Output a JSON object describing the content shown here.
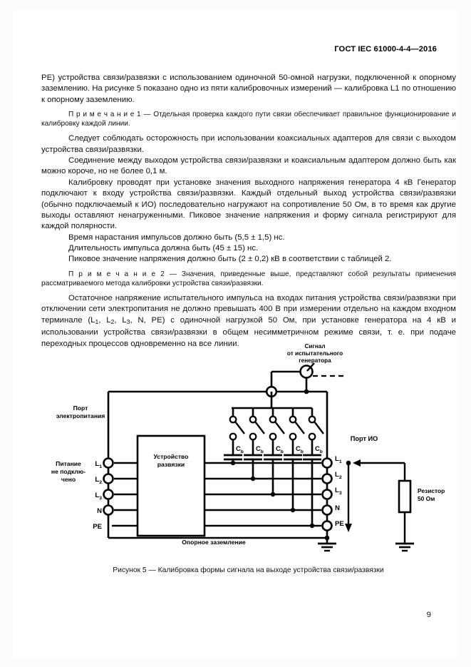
{
  "header": {
    "standard_id": "ГОСТ IEC 61000-4-4—2016"
  },
  "body": {
    "p1": "PE) устройства связи/развязки с использованием одиночной 50-омной нагрузки, подключенной к опорному заземлению. На рисунке 5 показано одно из пяти калибровочных измерений — калибровка L1 по отношению к опорному заземлению.",
    "note1_label": "П р и м е ч а н и е  1",
    "note1_text": " — Отдельная проверка каждого пути связи обеспечивает правильное функционирование и калибровку каждой линии.",
    "p2": "Следует соблюдать осторожность при использовании коаксиальных адаптеров для связи с выходом устройства связи/развязки.",
    "p3": "Соединение между выходом устройства связи/развязки и коаксиальным адаптером должно быть как можно короче, но не более 0,1 м.",
    "p4": "Калибровку проводят при установке значения выходного напряжения генератора 4 кВ Генератор подключают к входу устройства связи/развязки. Каждый отдельный выход устройства связи/развязки (обычно подключаемый к ИО) последовательно нагружают на сопротивление 50 Ом, в то время как другие выходы оставляют ненагруженными. Пиковое значение напряжения и форму сигнала регистрируют для каждой полярности.",
    "p5": "Время нарастания импульсов должно быть (5,5 ± 1,5) нс.",
    "p6": "Длительность импульса должна быть (45 ± 15) нс.",
    "p7": "Пиковое значение напряжения должно быть (2 ± 0,2) кВ в соответствии с таблицей 2.",
    "note2_label": "П р и м е ч а н и е  2",
    "note2_text": " — Значения, приведенные выше, представляют собой результаты применения рассматриваемого метода калибровки устройства связи/развязки.",
    "p8_a": "Остаточное напряжение испытательного импульса на входах питания устройства связи/развязки при отключении сети электропитания не должно превышать 400 В при измерении отдельно на каждом входном терминале (L",
    "p8_sub1": "1",
    "p8_b": ", L",
    "p8_sub2": "2",
    "p8_c": ", L",
    "p8_sub3": "3",
    "p8_d": ", N, PE) с одиночной нагрузкой 50 Ом, при установке генератора на 4 кВ и использовании устройства связи/развязки в общем несимметричном режиме связи, т. е. при подаче переходных процессов одновременно на все линии."
  },
  "figure": {
    "caption": "Рисунок 5 — Калибровка формы сигнала на выходе устройства связи/развязки",
    "labels": {
      "signal_source_line1": "Сигнал",
      "signal_source_line2": "от испытательного",
      "signal_source_line3": "генератора",
      "power_port_line1": "Порт",
      "power_port_line2": "электропитания",
      "no_power_line1": "Питание",
      "no_power_line2": "не подклю-",
      "no_power_line3": "чено",
      "decoupling_line1": "Устройство",
      "decoupling_line2": "развязки",
      "eut_port": "Порт ИО",
      "resistor_line1": "Резистор",
      "resistor_line2": "50 Ом",
      "reference_ground": "Опорное заземление",
      "cap_label": "C",
      "cap_sub": "b"
    },
    "terminals_left": [
      {
        "name": "L",
        "sub": "1"
      },
      {
        "name": "L",
        "sub": "2"
      },
      {
        "name": "L",
        "sub": "3"
      },
      {
        "name": "N",
        "sub": ""
      },
      {
        "name": "PE",
        "sub": ""
      }
    ],
    "terminals_right": [
      {
        "name": "L",
        "sub": "1"
      },
      {
        "name": "L",
        "sub": "2"
      },
      {
        "name": "L",
        "sub": "3"
      },
      {
        "name": "N",
        "sub": ""
      },
      {
        "name": "PE",
        "sub": ""
      }
    ],
    "capacitor_count": 5,
    "colors": {
      "stroke": "#000000",
      "fill": "#ffffff"
    }
  },
  "footer": {
    "page_number": "9"
  }
}
